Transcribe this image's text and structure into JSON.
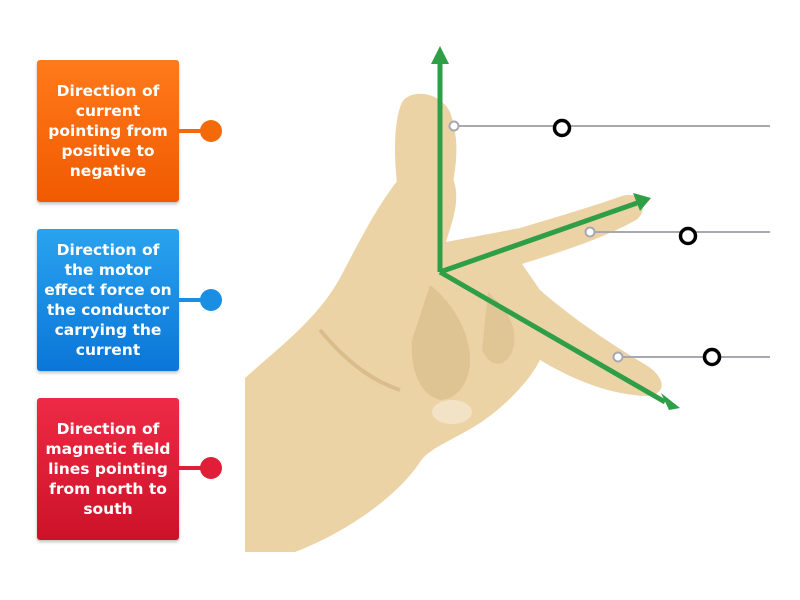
{
  "labels": [
    {
      "text": "Direction of current pointing from positive to negative",
      "color": "#f26a0a"
    },
    {
      "text": "Direction of the motor effect force on the conductor carrying the current",
      "color": "#1a8ee3"
    },
    {
      "text": "Direction of magnetic field lines pointing from north to south",
      "color": "#e01e37"
    }
  ],
  "colors": {
    "skin": "#ecd3a6",
    "skin_shadow": "#d9bd8c",
    "arrow": "#2e9e47",
    "pin_line": "#a8a8b0",
    "target_ring": "#000000"
  },
  "icons": [
    "hand-illustration",
    "arrow-up",
    "arrow-first-finger",
    "arrow-second-finger"
  ]
}
